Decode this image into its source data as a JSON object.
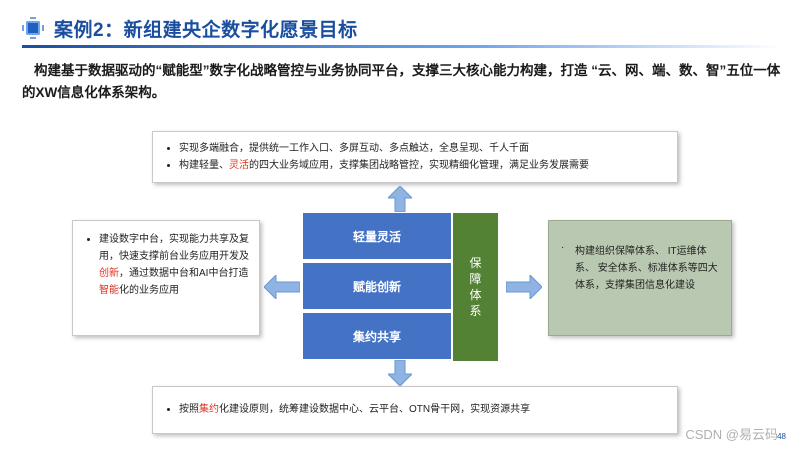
{
  "title": "案例2：新组建央企数字化愿景目标",
  "intro": "构建基于数据驱动的“赋能型”数字化战略管控与业务协同平台，支撑三大核心能力构建，打造 “云、网、端、数、智”五位一体的XW信息化体系架构。",
  "top_box": {
    "item1": "实现多端融合，提供统一工作入口、多屏互动、多点触达，全息呈现、千人千面",
    "item2_pre": "构建轻量、",
    "item2_hl": "灵活",
    "item2_post": "的四大业务域应用，支撑集团战略管控，实现精细化管理，满足业务发展需要"
  },
  "left_box": {
    "pre": "建设数字中台，实现能力共享及复用，快速支撑前台业务应用开发及",
    "hl1": "创新",
    "mid": "，通过数据中台和AI中台打造",
    "hl2": "智能",
    "post": "化的业务应用"
  },
  "right_box": {
    "item": "构建组织保障体系、 IT运维体系、 安全体系、标准体系等四大体系，支撑集团信息化建设"
  },
  "bottom_box": {
    "pre": "按照",
    "hl": "集约",
    "post": "化建设原则，统筹建设数据中心、云平台、OTN骨干网，实现资源共享"
  },
  "center": {
    "block1": "轻量灵活",
    "block2": "赋能创新",
    "block3": "集约共享",
    "protect": "保障体系"
  },
  "page_number": "48",
  "watermark": "CSDN @易云码",
  "colors": {
    "title_blue": "#1a4fa0",
    "block_blue": "#4472c4",
    "protect_green": "#548235",
    "right_box_green": "#b9c8b0",
    "arrow_blue": "#8fb4e3",
    "highlight_red": "#e0301e"
  }
}
